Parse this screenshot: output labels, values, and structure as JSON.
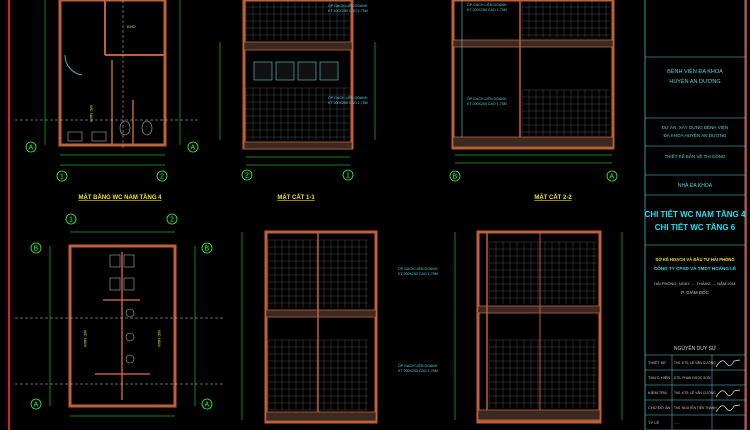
{
  "drawings": {
    "plan_title": "MẶT BẰNG WC NAM TẦNG 4",
    "section_1_title": "MẶT CẮT 1-1",
    "section_2_title": "MẶT CẮT 2-2",
    "room_store": "KHO",
    "room_wc": "WC NAM",
    "tile_note_1": "ỐP GẠCH LIỀN DOANH",
    "tile_note_2": "KT 200X250 CAO 1,75M",
    "grid_1": "1",
    "grid_2": "2",
    "grid_a": "A",
    "grid_b": "B"
  },
  "title_block": {
    "client_1": "BỆNH VIỆN ĐA KHOA",
    "client_2": "HUYỆN AN DƯƠNG",
    "project_1": "DỰ ÁN: XÂY DỰNG BỆNH VIỆN",
    "project_2": "ĐA KHOA HUYỆN AN DƯƠNG",
    "phase": "THIẾT KẾ BẢN VẼ THI CÔNG",
    "building": "NHÀ ĐA KHOA",
    "sheet_title_1": "CHI TIẾT WC NAM TẦNG 4",
    "sheet_title_2": "CHI TIẾT WC TẦNG 6",
    "approver_org": "SỞ KẾ HOẠCH VÀ ĐẦU TƯ HẢI PHÒNG",
    "company": "CÔNG TY CPXD VÀ TMDT HOÀNG LÊ",
    "date_line": "HẢI PHÒNG, NGÀY .... THÁNG .... NĂM 2011",
    "position": "P. GIÁM ĐỐC",
    "director": "NGUYỄN DUY SỬ",
    "rows": [
      {
        "role": "THIẾT KẾ",
        "name": "ThS. KTS. LÊ VĂN CƯỜNG"
      },
      {
        "role": "THỰC HIỆN",
        "name": "KTS. PHAN NGỌC SƠN"
      },
      {
        "role": "KIỂM TRA",
        "name": "ThS. KTS. LÊ VĂN CƯỜNG"
      },
      {
        "role": "CHỦ ĐỒ ÁN",
        "name": "ThS. NGUYỄN TIẾN THÀNH"
      },
      {
        "role": "TỶ LỆ",
        "name": "......"
      }
    ]
  },
  "colors": {
    "background": "#000000",
    "wall": "#c0603a",
    "dimension": "#33ff33",
    "frame": "#4fd6e0",
    "title": "#f2e21a",
    "border": "#e02020"
  }
}
